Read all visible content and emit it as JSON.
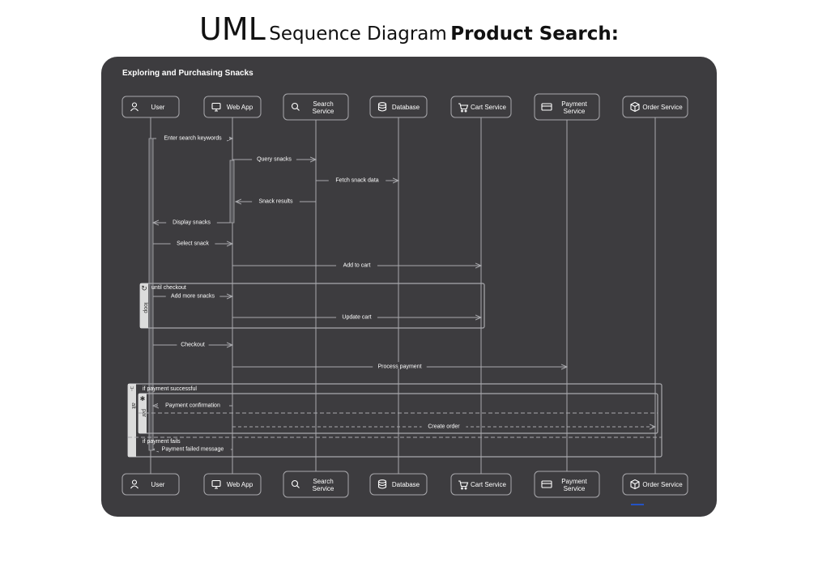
{
  "page": {
    "heading_main": "UML",
    "heading_sub": "Sequence Diagram",
    "heading_bold": "Product Search:"
  },
  "diagram": {
    "title": "Exploring and Purchasing Snacks",
    "participants": [
      {
        "id": "user",
        "label": [
          "User"
        ],
        "icon": "user-icon"
      },
      {
        "id": "webapp",
        "label": [
          "Web App"
        ],
        "icon": "monitor-icon"
      },
      {
        "id": "search",
        "label": [
          "Search",
          "Service"
        ],
        "icon": "search-icon"
      },
      {
        "id": "db",
        "label": [
          "Database"
        ],
        "icon": "database-icon"
      },
      {
        "id": "cart",
        "label": [
          "Cart Service"
        ],
        "icon": "cart-icon"
      },
      {
        "id": "payment",
        "label": [
          "Payment",
          "Service"
        ],
        "icon": "credit-card-icon"
      },
      {
        "id": "order",
        "label": [
          "Order Service"
        ],
        "icon": "package-icon"
      }
    ],
    "messages": [
      {
        "from": "user",
        "to": "webapp",
        "label": "Enter search keywords",
        "style": "solid"
      },
      {
        "from": "webapp",
        "to": "search",
        "label": "Query snacks",
        "style": "solid"
      },
      {
        "from": "search",
        "to": "db",
        "label": "Fetch snack data",
        "style": "solid"
      },
      {
        "from": "search",
        "to": "webapp",
        "label": "Snack results",
        "style": "solid"
      },
      {
        "from": "webapp",
        "to": "user",
        "label": "Display snacks",
        "style": "solid"
      },
      {
        "from": "user",
        "to": "webapp",
        "label": "Select snack",
        "style": "solid"
      },
      {
        "from": "webapp",
        "to": "cart",
        "label": "Add to cart",
        "style": "solid"
      },
      {
        "from": "user",
        "to": "webapp",
        "label": "Add more snacks",
        "style": "solid"
      },
      {
        "from": "webapp",
        "to": "cart",
        "label": "Update cart",
        "style": "solid"
      },
      {
        "from": "user",
        "to": "webapp",
        "label": "Checkout",
        "style": "solid"
      },
      {
        "from": "webapp",
        "to": "payment",
        "label": "Process payment",
        "style": "solid"
      },
      {
        "from": "webapp",
        "to": "user",
        "label": "Payment confirmation",
        "style": "dashed"
      },
      {
        "from": "webapp",
        "to": "order",
        "label": "Create order",
        "style": "dashed"
      },
      {
        "from": "webapp",
        "to": "user",
        "label": "Payment failed message",
        "style": "dashed"
      }
    ],
    "fragments": [
      {
        "kind": "loop",
        "guard": "until checkout",
        "icon": "loop-icon"
      },
      {
        "kind": "alt",
        "guards": [
          "if payment successful",
          "if payment fails"
        ],
        "icon": "branch-icon"
      },
      {
        "kind": "par",
        "icon": "par-icon"
      }
    ],
    "colors": {
      "canvas": "#3d3c3f",
      "line": "#a9a9ad",
      "text": "#ffffff",
      "activation": "#5a5a5e"
    }
  }
}
